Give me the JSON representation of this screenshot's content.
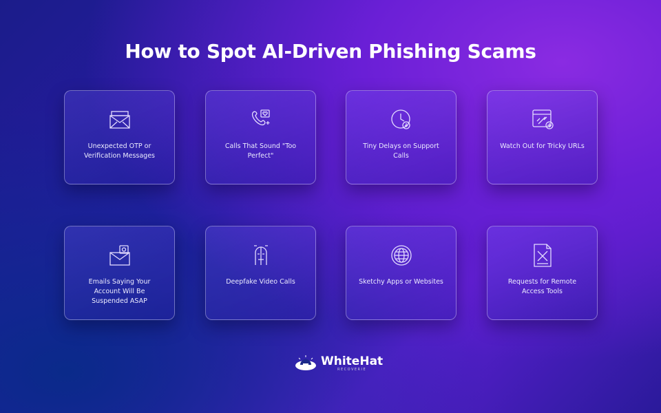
{
  "title": "How to Spot AI-Driven Phishing Scams",
  "cards": [
    {
      "label": "Unexpected OTP or Verification Messages",
      "icon": "envelope-password-icon"
    },
    {
      "label": "Calls That Sound \"Too Perfect\"",
      "icon": "phone-heart-icon"
    },
    {
      "label": "Tiny Delays on Support Calls",
      "icon": "clock-icon"
    },
    {
      "label": "Watch Out for Tricky URLs",
      "icon": "link-browser-icon"
    },
    {
      "label": "Emails Saying Your Account Will Be Suspended ASAP",
      "icon": "envelope-at-icon"
    },
    {
      "label": "Deepfake Video Calls",
      "icon": "deepfake-face-icon"
    },
    {
      "label": "Sketchy Apps or Websites",
      "icon": "globe-icon"
    },
    {
      "label": "Requests for Remote Access Tools",
      "icon": "document-tools-icon"
    }
  ],
  "logo": {
    "name": "WhiteHat",
    "sub": "RECOVERIE"
  }
}
